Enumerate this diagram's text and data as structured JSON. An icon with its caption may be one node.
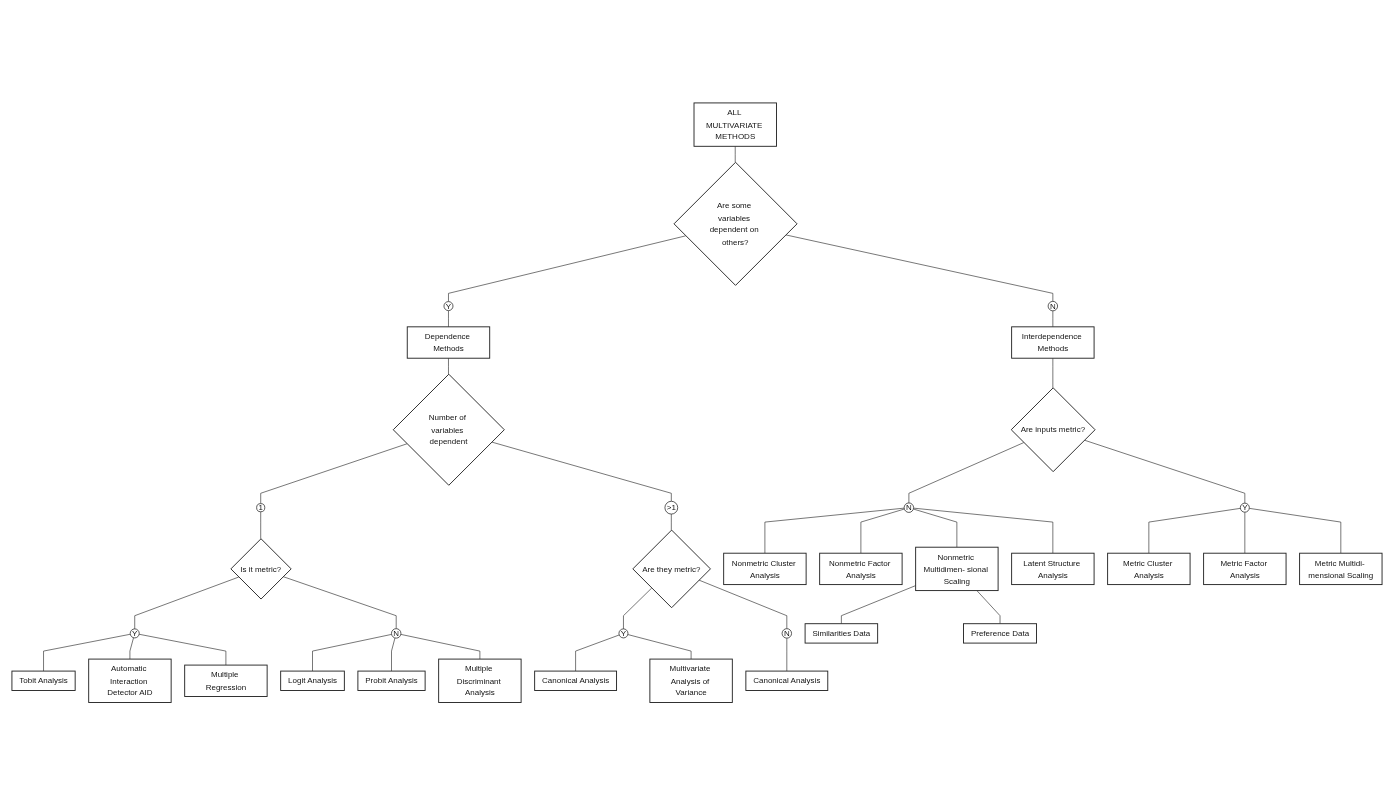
{
  "diagram": {
    "nodes": [
      {
        "text": [
          "ALL MULTIVARIATE METHODS"
        ]
      },
      {
        "text": [
          "Are some variables dependent on others?"
        ]
      },
      {
        "text": [
          "Y"
        ]
      },
      {
        "text": [
          "N"
        ]
      },
      {
        "text": [
          "Dependence Methods"
        ]
      },
      {
        "text": [
          "Interdependence Methods"
        ]
      },
      {
        "text": [
          "Number of variables dependent"
        ]
      },
      {
        "text": [
          "Are inputs metric?"
        ]
      },
      {
        "text": [
          "1"
        ]
      },
      {
        "text": [
          ">1"
        ]
      },
      {
        "text": [
          "Y"
        ]
      },
      {
        "text": [
          "N"
        ]
      },
      {
        "text": [
          "Is it metric?"
        ]
      },
      {
        "text": [
          "Are they metric?"
        ]
      },
      {
        "text": [
          "Y"
        ]
      },
      {
        "text": [
          "N"
        ]
      },
      {
        "text": [
          "Y"
        ]
      },
      {
        "text": [
          "N"
        ]
      },
      {
        "text": [
          "Nonmetric Cluster Analysis"
        ]
      },
      {
        "text": [
          "Nonmetric Factor Analysis"
        ]
      },
      {
        "text": [
          "Nonmetric Multidimen- sional Scaling"
        ]
      },
      {
        "text": [
          "Latent Structure Analysis"
        ]
      },
      {
        "text": [
          "Similarities Data"
        ]
      },
      {
        "text": [
          "Preference Data"
        ]
      },
      {
        "text": [
          "Tobit Analysis"
        ]
      },
      {
        "text": [
          "Automatic Interaction Detector AID"
        ]
      },
      {
        "text": [
          "Multiple Regression"
        ]
      },
      {
        "text": [
          "Logit Analysis"
        ]
      },
      {
        "text": [
          "Probit Analysis"
        ]
      },
      {
        "text": [
          "Multiple Discriminant Analysis"
        ]
      },
      {
        "text": [
          "Canonical Analysis"
        ]
      },
      {
        "text": [
          "Multivariate Analysis of Variance"
        ]
      },
      {
        "text": [
          "Canonical Analysis"
        ]
      },
      {
        "text": [
          "Metric Cluster Analysis"
        ]
      },
      {
        "text": [
          "Metric Factor Analysis"
        ]
      },
      {
        "text": [
          "Metric Multidi- mensional Scaling"
        ]
      }
    ],
    "edges": [
      {
        "from": 0,
        "to": 1,
        "arrow": "none"
      },
      {
        "from": 1,
        "to": 2,
        "arrow": "none"
      },
      {
        "from": 1,
        "to": 3,
        "arrow": "none"
      },
      {
        "from": 2,
        "to": 4,
        "arrow": "none"
      },
      {
        "from": 3,
        "to": 5,
        "arrow": "none"
      },
      {
        "from": 4,
        "to": 6,
        "arrow": "none"
      },
      {
        "from": 5,
        "to": 7,
        "arrow": "none"
      },
      {
        "from": 6,
        "to": 8,
        "arrow": "none"
      },
      {
        "from": 6,
        "to": 9,
        "arrow": "none"
      },
      {
        "from": 8,
        "to": 12,
        "arrow": "none"
      },
      {
        "from": 9,
        "to": 13,
        "arrow": "none"
      },
      {
        "from": 7,
        "to": 10,
        "arrow": "none"
      },
      {
        "from": 7,
        "to": 11,
        "arrow": "none"
      },
      {
        "from": 11,
        "to": 18,
        "arrow": "none"
      },
      {
        "from": 11,
        "to": 19,
        "arrow": "none"
      },
      {
        "from": 11,
        "to": 20,
        "arrow": "none"
      },
      {
        "from": 11,
        "to": 21,
        "arrow": "none"
      },
      {
        "from": 20,
        "to": 22,
        "arrow": "none"
      },
      {
        "from": 20,
        "to": 23,
        "arrow": "none"
      },
      {
        "from": 10,
        "to": 33,
        "arrow": "none"
      },
      {
        "from": 10,
        "to": 34,
        "arrow": "none"
      },
      {
        "from": 10,
        "to": 35,
        "arrow": "none"
      },
      {
        "from": 12,
        "to": 14,
        "arrow": "none"
      },
      {
        "from": 12,
        "to": 15,
        "arrow": "none"
      },
      {
        "from": 14,
        "to": 24,
        "arrow": "none"
      },
      {
        "from": 14,
        "to": 25,
        "arrow": "none"
      },
      {
        "from": 14,
        "to": 26,
        "arrow": "none"
      },
      {
        "from": 15,
        "to": 27,
        "arrow": "none"
      },
      {
        "from": 15,
        "to": 28,
        "arrow": "none"
      },
      {
        "from": 15,
        "to": 29,
        "arrow": "none"
      },
      {
        "from": 13,
        "to": 16,
        "arrow": "none"
      },
      {
        "from": 13,
        "to": 17,
        "arrow": "none"
      },
      {
        "from": 16,
        "to": 30,
        "arrow": "none"
      },
      {
        "from": 16,
        "to": 31,
        "arrow": "none"
      },
      {
        "from": 17,
        "to": 32,
        "arrow": "none"
      }
    ]
  }
}
